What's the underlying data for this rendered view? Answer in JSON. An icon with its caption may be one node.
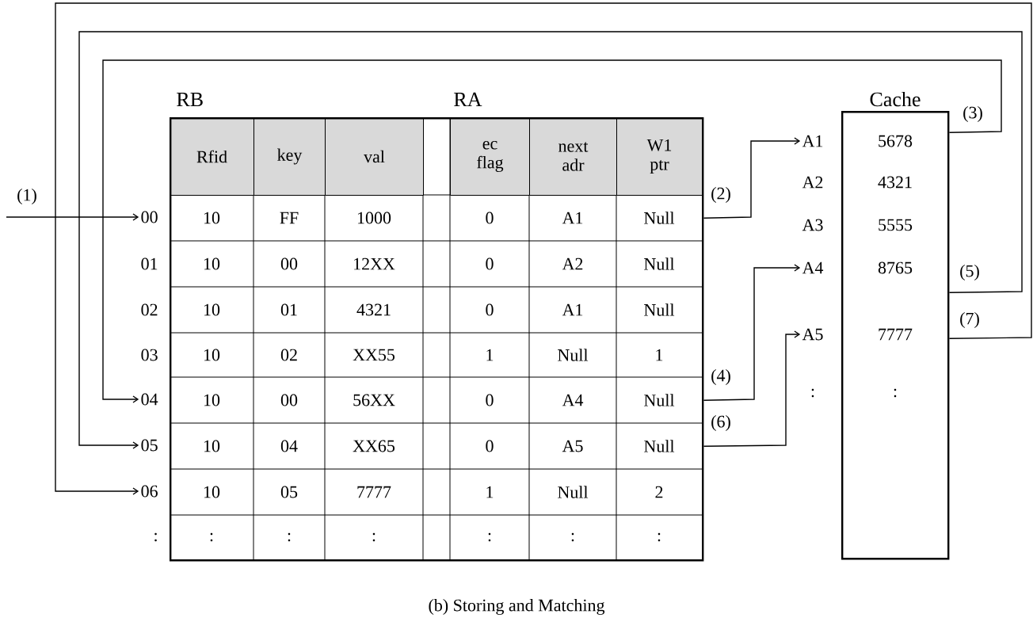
{
  "diagram": {
    "caption": "(b) Storing and Matching",
    "nodes": [
      {
        "text": [],
        "shape": "box"
      },
      {
        "text": [
          "00"
        ]
      },
      {
        "text": [
          "04"
        ]
      },
      {
        "text": [
          "05"
        ]
      },
      {
        "text": [
          "06"
        ]
      },
      {
        "text": [
          "Cache",
          "5678",
          "4321",
          "5555",
          "8765",
          "7777",
          ":"
        ]
      },
      {
        "text": [
          "A1"
        ]
      },
      {
        "text": [
          "A4"
        ]
      },
      {
        "text": [
          "A5"
        ]
      }
    ],
    "edges": [
      {
        "from": null,
        "to": 1,
        "arrow": "to",
        "label": "(1)"
      },
      {
        "from": 0,
        "to": 6,
        "arrow": "to",
        "label": "(2)"
      },
      {
        "from": 5,
        "to": 2,
        "arrow": "to",
        "label": "(3)"
      },
      {
        "from": 0,
        "to": 7,
        "arrow": "to",
        "label": "(4)"
      },
      {
        "from": 5,
        "to": 3,
        "arrow": "to",
        "label": "(5)"
      },
      {
        "from": 0,
        "to": 8,
        "arrow": "to",
        "label": "(6)"
      },
      {
        "from": 5,
        "to": 4,
        "arrow": "to",
        "label": "(7)"
      }
    ],
    "labels": [
      "RB",
      "RA",
      "Rfid",
      "key",
      "val",
      "ec flag",
      "next adr",
      "W1 ptr",
      "10",
      "FF",
      "1000",
      "0",
      "A1",
      "Null",
      "10",
      "00",
      "12XX",
      "0",
      "A2",
      "Null",
      "10",
      "01",
      "4321",
      "0",
      "A1",
      "Null",
      "10",
      "02",
      "XX55",
      "1",
      "Null",
      "1",
      "10",
      "00",
      "56XX",
      "0",
      "A4",
      "Null",
      "10",
      "04",
      "XX65",
      "0",
      "A5",
      "Null",
      "10",
      "05",
      "7777",
      "1",
      "Null",
      "2",
      ":",
      ":",
      ":",
      ":",
      ":",
      ":",
      "01",
      "02",
      "03",
      ":",
      "A2",
      "A3",
      ":"
    ]
  }
}
